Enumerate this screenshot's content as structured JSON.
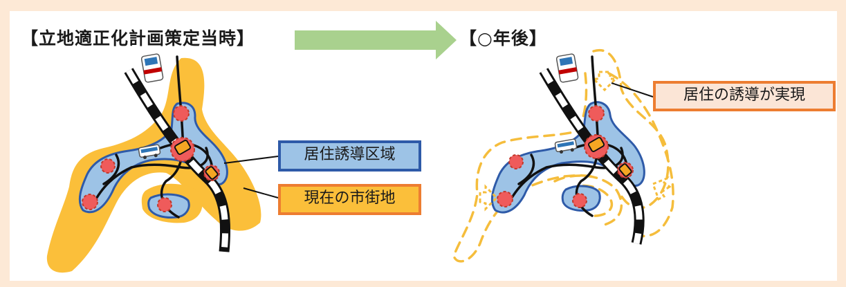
{
  "colors": {
    "frame_background": "#fde9d6",
    "panel_background": "#ffffff",
    "urban_area": "#fbbf3a",
    "residential_zone_fill": "#9dc3e6",
    "residential_zone_stroke": "#2e5aa8",
    "arrow": "#a9d18e",
    "station_circle": "#ef5b5b",
    "dashed_boundary": "#f5bd3c",
    "label_zone_border": "#2e5aa8",
    "label_zone_fill": "#9dc3e6",
    "label_town_border": "#ed7d31",
    "label_town_fill": "#fbbf3a",
    "label_realized_border": "#ed7d31",
    "label_realized_fill": "#fbe5d6"
  },
  "headings": {
    "before": "【立地適正化計画策定当時】",
    "after": "【○年後】"
  },
  "labels": {
    "residential_zone": "居住誘導区域",
    "current_town": "現在の市街地",
    "realized": "居住の誘導が実現"
  },
  "icons": {
    "arrow": "right-arrow-icon",
    "train": "train-icon",
    "bus": "bus-icon",
    "station": "station-icon"
  }
}
